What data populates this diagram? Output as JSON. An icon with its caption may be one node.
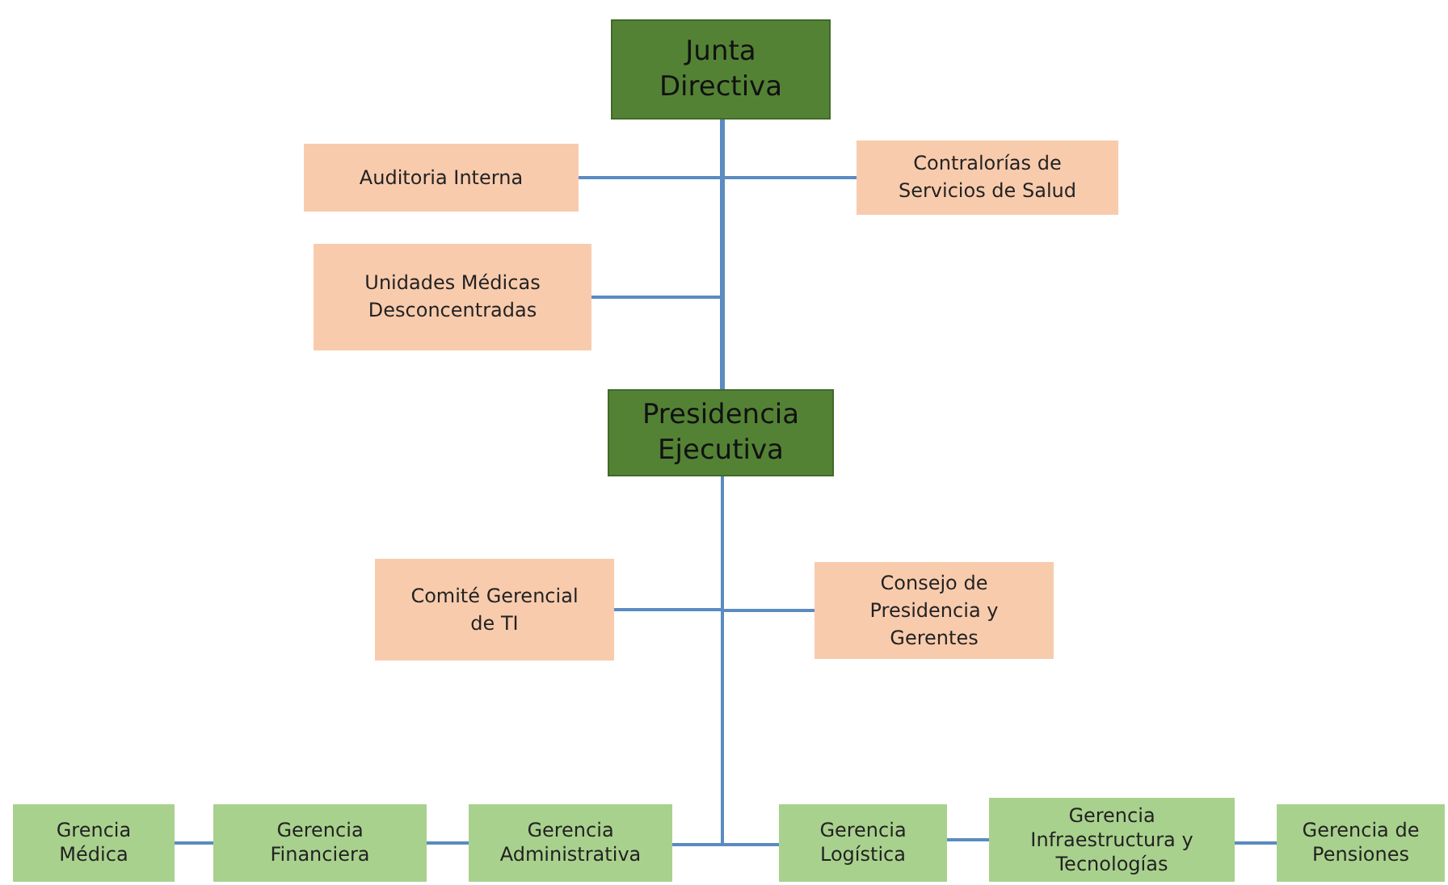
{
  "diagram": {
    "nodes": [
      {
        "text": [
          "Junta Directiva"
        ]
      },
      {
        "text": [
          "Auditoria Interna"
        ]
      },
      {
        "text": [
          "Contralorías de Servicios de Salud"
        ]
      },
      {
        "text": [
          "Unidades Médicas Desconcentradas"
        ]
      },
      {
        "text": [
          "Presidencia Ejecutiva"
        ]
      },
      {
        "text": [
          "Comité Gerencial de TI"
        ]
      },
      {
        "text": [
          "Consejo de Presidencia y Gerentes"
        ]
      },
      {
        "text": [
          "Grencia Médica"
        ]
      },
      {
        "text": [
          "Gerencia Financiera"
        ]
      },
      {
        "text": [
          "Gerencia Administrativa"
        ]
      },
      {
        "text": [
          "Gerencia Logística"
        ]
      },
      {
        "text": [
          "Gerencia Infraestructura y Tecnologías"
        ]
      },
      {
        "text": [
          "Gerencia de Pensiones"
        ]
      }
    ],
    "edges": [
      {
        "from": 0,
        "to": 4,
        "arrow": "none"
      },
      {
        "from": 0,
        "to": 1,
        "arrow": "none"
      },
      {
        "from": 0,
        "to": 2,
        "arrow": "none"
      },
      {
        "from": 0,
        "to": 3,
        "arrow": "none"
      },
      {
        "from": 4,
        "to": 5,
        "arrow": "none"
      },
      {
        "from": 4,
        "to": 6,
        "arrow": "none"
      },
      {
        "from": 4,
        "to": 9,
        "arrow": "none"
      },
      {
        "from": 4,
        "to": 10,
        "arrow": "none"
      },
      {
        "from": 9,
        "to": 8,
        "arrow": "none"
      },
      {
        "from": 8,
        "to": 7,
        "arrow": "none"
      },
      {
        "from": 10,
        "to": 11,
        "arrow": "none"
      },
      {
        "from": 11,
        "to": 12,
        "arrow": "none"
      }
    ]
  }
}
